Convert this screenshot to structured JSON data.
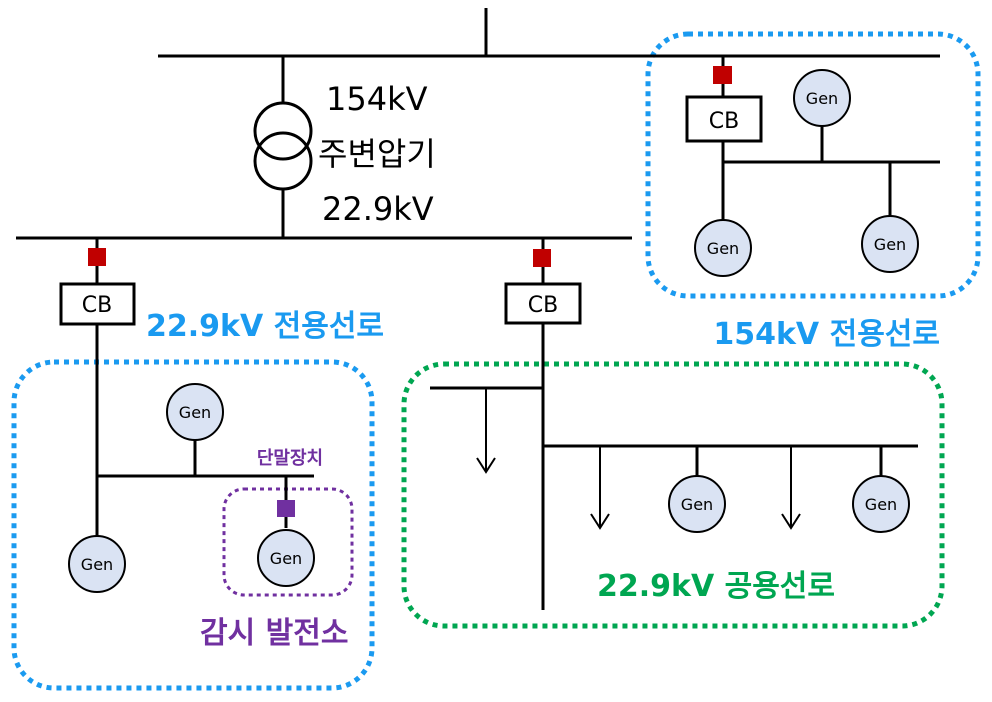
{
  "colors": {
    "line": "#000000",
    "breaker_marker": "#c00000",
    "terminal_marker": "#7030a0",
    "gen_fill": "#dae3f3",
    "blue_zone": "#1a9af0",
    "green_zone": "#00a651",
    "purple_zone": "#7030a0"
  },
  "transformer": {
    "high_voltage": "154kV",
    "name": "주변압기",
    "low_voltage": "22.9kV"
  },
  "breakers": {
    "cb_label": "CB"
  },
  "generator": {
    "label": "Gen"
  },
  "zones": {
    "line_154kv_dedicated": "154kV 전용선로",
    "line_229kv_dedicated": "22.9kV 전용선로",
    "line_229kv_shared": "22.9kV 공용선로",
    "monitored_plant": "감시 발전소",
    "terminal_device": "단말장치"
  }
}
